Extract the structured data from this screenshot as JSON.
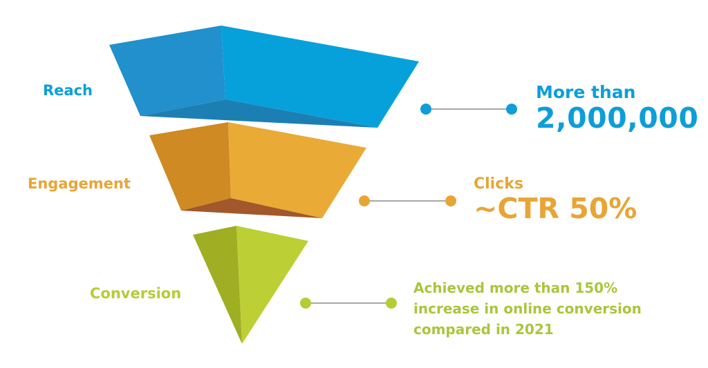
{
  "colors": {
    "reach": "#0d9ed8",
    "engagement": "#e8a535",
    "conversion": "#b6cc34",
    "connector_gray": "#8a8a8a"
  },
  "stages": [
    {
      "label": "Reach"
    },
    {
      "label": "Engagement"
    },
    {
      "label": "Conversion"
    }
  ],
  "metrics": {
    "reach": {
      "line1": "More than",
      "value": "2,000,000"
    },
    "engagement": {
      "line1": "Clicks",
      "value": "~CTR 50%"
    },
    "conversion": {
      "lines": [
        "Achieved more than 150%",
        "increase in online conversion",
        "compared in 2021"
      ]
    }
  }
}
